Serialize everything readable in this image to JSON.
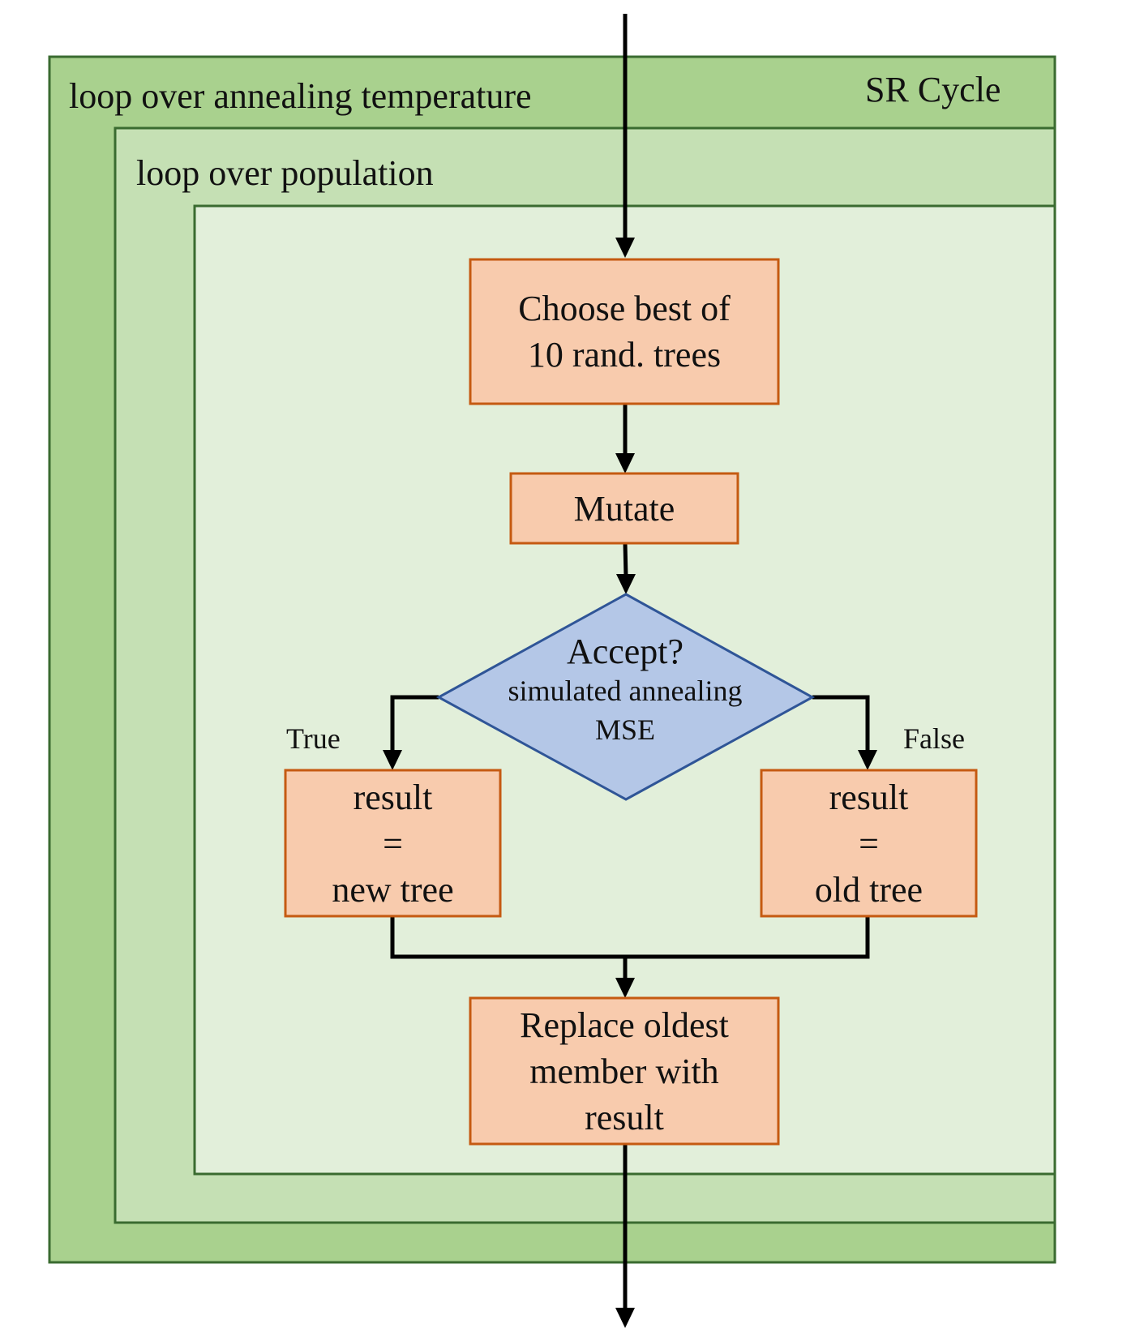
{
  "frames": {
    "outer_label": "loop over annealing temperature",
    "outer_title": "SR Cycle",
    "middle_label": "loop over population"
  },
  "nodes": {
    "choose": {
      "lines": [
        "Choose best of",
        "10 rand. trees"
      ]
    },
    "mutate": {
      "lines": [
        "Mutate"
      ]
    },
    "decision": {
      "title": "Accept?",
      "lines": [
        "simulated annealing",
        "MSE"
      ]
    },
    "result_true": {
      "lines": [
        "result",
        "=",
        "new tree"
      ]
    },
    "result_false": {
      "lines": [
        "result",
        "=",
        "old tree"
      ]
    },
    "replace": {
      "lines": [
        "Replace oldest",
        "member with",
        "result"
      ]
    }
  },
  "edges": {
    "true_label": "True",
    "false_label": "False"
  },
  "colors": {
    "outer_fill": "#a9d18e",
    "middle_fill": "#c5e0b4",
    "inner_fill": "#e2efda",
    "frame_stroke": "#3a6b30",
    "process_fill": "#f8cbad",
    "process_stroke": "#c55a11",
    "decision_fill": "#b4c7e7",
    "decision_stroke": "#2f5597",
    "arrow": "#000000"
  }
}
